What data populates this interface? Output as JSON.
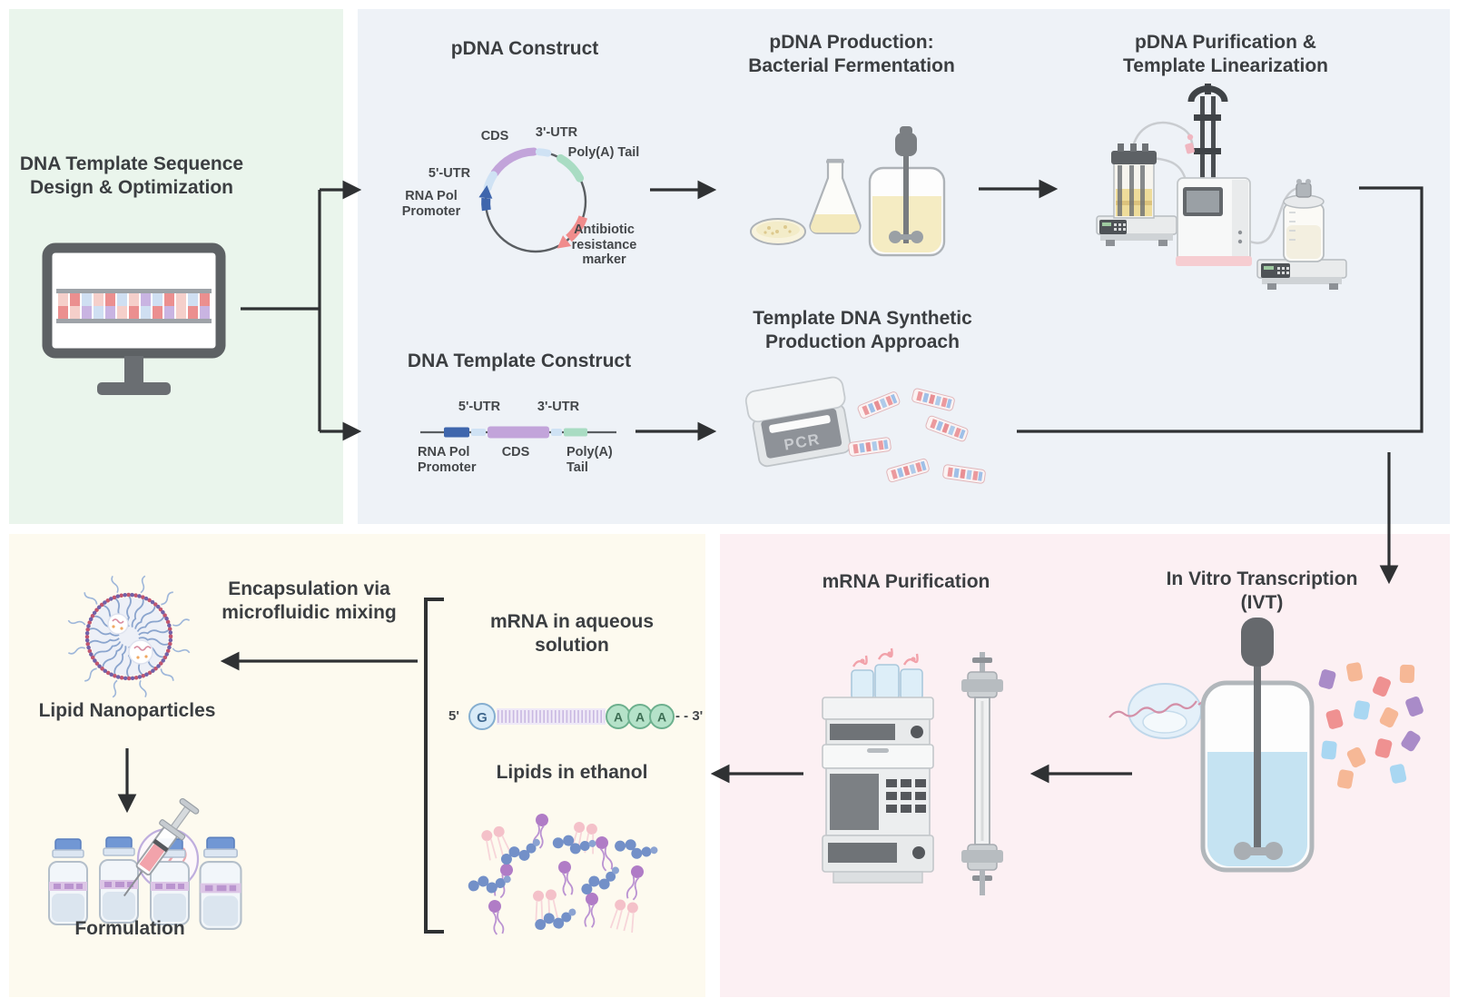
{
  "sections": {
    "design": {
      "title": "DNA Template Sequence\nDesign & Optimization"
    },
    "pdna_construct": {
      "title": "pDNA Construct",
      "labels": {
        "cds": "CDS",
        "utr3": "3'-UTR",
        "polya": "Poly(A) Tail",
        "utr5": "5'-UTR",
        "promoter": "RNA Pol\nPromoter",
        "resistance": "Antibiotic\nresistance\nmarker"
      }
    },
    "pdna_production": {
      "title": "pDNA Production:\nBacterial Fermentation"
    },
    "pdna_purification": {
      "title": "pDNA Purification &\nTemplate Linearization"
    },
    "dna_template_construct": {
      "title": "DNA Template Construct",
      "labels": {
        "utr5": "5'-UTR",
        "utr3": "3'-UTR",
        "promoter": "RNA Pol\nPromoter",
        "cds": "CDS",
        "polya": "Poly(A)\nTail"
      }
    },
    "synthetic_production": {
      "title": "Template DNA Synthetic\nProduction Approach",
      "machine_label": "PCR"
    },
    "ivt": {
      "title": "In Vitro Transcription\n(IVT)"
    },
    "mrna_purification": {
      "title": "mRNA Purification"
    },
    "mrna_aqueous": {
      "title": "mRNA in aqueous\nsolution",
      "strand": {
        "five_prime": "5'",
        "cap": "G",
        "a1": "A",
        "a2": "A",
        "a3": "A",
        "three_prime": "- - 3'"
      }
    },
    "lipids_ethanol": {
      "title": "Lipids in ethanol"
    },
    "encapsulation": {
      "label": "Encapsulation via\nmicrofluidic mixing"
    },
    "lipid_nanoparticles": {
      "label": "Lipid Nanoparticles"
    },
    "formulation": {
      "label": "Formulation"
    }
  },
  "colors": {
    "panel_design": "#eaf5ec",
    "panel_dna_prep": "#eef2f7",
    "panel_formulation": "#fdfaef",
    "panel_mrna": "#fcf0f3",
    "arrow": "#2f3133",
    "text": "#3b3e41",
    "cds_purple": "#c2a4da",
    "utr_light_blue": "#cfe2f4",
    "polya_green": "#a9dcc3",
    "promoter_dark_blue": "#3f66ad",
    "resistance_salmon": "#f08c8c",
    "ivt_liquid_blue": "#c5e3f2",
    "ferment_liquid_yellow": "#f3e9bd",
    "lnp_ring_red": "#c2566f",
    "lnp_ring_purple": "#7261a8"
  }
}
